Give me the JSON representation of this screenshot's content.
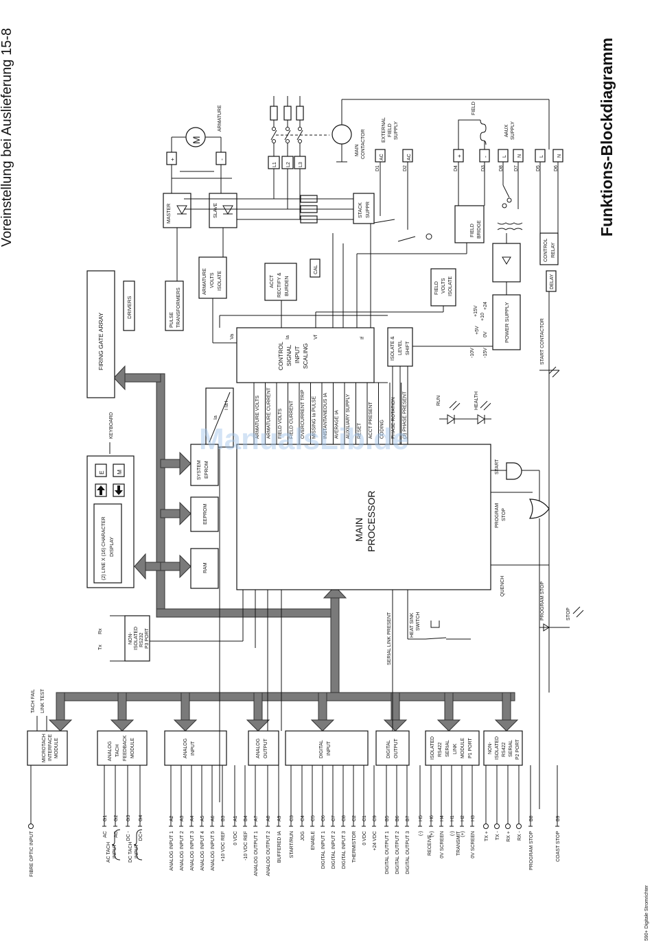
{
  "page": {
    "header": "Voreinstellung bei Auslieferung 15-8",
    "diagram_title": "Funktions-Blockdiagramm",
    "footer": "590+ Digitale Stromrichter",
    "watermark": "ManualsLib.de"
  },
  "blocks": {
    "main_processor": "MAIN PROCESSOR",
    "control_signal": "CONTROL SIGNAL INPUT SCALING",
    "firing_gate": "FIRING GATE ARRAY",
    "drivers": "DRIVERS",
    "pulse_transformers": "PULSE TRANSFORMERS",
    "armature_volts_isolate": "ARMATURE VOLTS ISOLATE",
    "acct": "ACCT RECTIFY & BURDEN",
    "cal": "CAL",
    "field_volts_isolate": "FIELD VOLTS ISOLATE",
    "isolate_level_shift": "ISOLATE & LEVEL SHIFT",
    "power_supply": "POWER SUPPLY",
    "control_relay": "CONTROL RELAY",
    "delay": "DELAY",
    "stack_suppr": "STACK SUPPR",
    "field_bridge": "FIELD BRIDGE",
    "master": "MASTER",
    "slave": "SLAVE",
    "system_eprom": "SYSTEM EPROM",
    "eeprom": "EEPROM",
    "ram": "RAM",
    "display": "(2) LINE X (16) CHARACTER DISPLAY",
    "keyboard": "KEYBOARD",
    "key_e": "E",
    "key_m": "M",
    "rs232": "NON-ISOLATED RS232 P3 PORT",
    "microtach": "MICROTACH INTERFACE MODULE",
    "analog_tach": "ANALOG TACH FEEDBACK MODULE",
    "analog_input": "ANALOG INPUT",
    "analog_output": "ANALOG OUTPUT",
    "digital_input": "DIGITAL INPUT",
    "digital_output": "DIGITAL OUTPUT",
    "isolated_rs422": "ISOLATED RS422 SERIAL LINK MODULE P1 PORT",
    "nonisolated_rs422": "NON-ISOLATED RS422 SERIAL P2 PORT",
    "ia_block": "Ia",
    "iia_block": "I Ia I"
  },
  "signal_labels": [
    "ARMATURE VOLTS",
    "ARMATURE CURRENT",
    "FIELD VOLTS",
    "FIELD CURRENT",
    "OVERCURRENT TRIP",
    "MISSING Ia PULSE",
    "INSTANTANEOUS IA",
    "AVERAGE IA",
    "AUXILIARY SUPPLY",
    "RESET",
    "ACCT PRESENT",
    "CODING",
    "PHASE ROTATION",
    "(3) PHASE PRESENT"
  ],
  "scaling_inputs": [
    "Va",
    "Ia",
    "Vf",
    "If"
  ],
  "power": {
    "armature": "ARMATURE",
    "motor": "M",
    "plus": "+",
    "minus": "-",
    "phases": [
      "L1",
      "L2",
      "L3"
    ],
    "main_contactor": "MAIN CONTACTOR",
    "external_field": "EXTERNAL FIELD SUPPLY",
    "field": "FIELD",
    "aux_supply": "AUX SUPPLY",
    "ac": "AC",
    "l": "L",
    "n": "N",
    "d_terms": [
      "D1",
      "D2",
      "D4",
      "D3",
      "D8",
      "D7",
      "D5",
      "D6"
    ],
    "supply_levels": [
      "-10V",
      "-15V",
      "0V",
      "+5V",
      "+10",
      "+15V",
      "+24"
    ]
  },
  "status": {
    "run": "RUN",
    "health": "HEALTH",
    "start": "START",
    "program_stop": "PROGRAM STOP",
    "quench": "QUENCH",
    "start_contactor": "START CONTACTOR",
    "stop": "STOP",
    "heat_sink": "HEAT SINK SWITCH",
    "serial_link_present": "SERIAL LINK PRESENT",
    "rx": "Rx",
    "tx": "Tx",
    "tach_fail": "TACH FAIL",
    "link_test": "LINK TEST",
    "bus_program_stop": "PROGRAM STOP"
  },
  "terminals": [
    {
      "label": "FIBRE OPTIC INPUT",
      "code": ""
    },
    {
      "label": "AC",
      "code": "G1"
    },
    {
      "label": "AC",
      "code": "G2"
    },
    {
      "label": "DC -",
      "code": "G3"
    },
    {
      "label": "DC+",
      "code": "G4"
    },
    {
      "label": "ANALOG INPUT 1",
      "code": "A2"
    },
    {
      "label": "ANALOG INPUT 2",
      "code": "A3"
    },
    {
      "label": "ANALOG INPUT 3",
      "code": "A4"
    },
    {
      "label": "ANALOG INPUT 4",
      "code": "A5"
    },
    {
      "label": "ANALOG INPUT 5",
      "code": "A6"
    },
    {
      "label": "+10 VDC REF",
      "code": "B3"
    },
    {
      "label": "0 VDC",
      "code": "A1"
    },
    {
      "label": "-10 VDC REF",
      "code": "B4"
    },
    {
      "label": "ANALOG OUTPUT 1",
      "code": "A7"
    },
    {
      "label": "ANALOG OUTPUT 2",
      "code": "A8"
    },
    {
      "label": "BUFFERED IA",
      "code": "A9"
    },
    {
      "label": "START/RUN",
      "code": "C3"
    },
    {
      "label": "JOG",
      "code": "C4"
    },
    {
      "label": "ENABLE",
      "code": "C5"
    },
    {
      "label": "DIGITAL INPUT 1",
      "code": "C6"
    },
    {
      "label": "DIGITAL INPUT 2",
      "code": "C7"
    },
    {
      "label": "DIGITAL INPUT 3",
      "code": "C8"
    },
    {
      "label": "THERMISTOR",
      "code": "C2"
    },
    {
      "label": "0 VDC",
      "code": "C1"
    },
    {
      "label": "+24 VDC",
      "code": "C9"
    },
    {
      "label": "DIGITAL OUTPUT 1",
      "code": "B5"
    },
    {
      "label": "DIGITAL OUTPUT 2",
      "code": "B6"
    },
    {
      "label": "DIGITAL OUTPUT 3",
      "code": "B7"
    },
    {
      "label": "(-)",
      "code": "H5"
    },
    {
      "label": "(+)",
      "code": "H6"
    },
    {
      "label": "0V SCREEN",
      "code": "H4"
    },
    {
      "label": "(-)",
      "code": "H1"
    },
    {
      "label": "(+)",
      "code": "H2"
    },
    {
      "label": "0V SCREEN",
      "code": "H3"
    },
    {
      "label": "TX +",
      "code": ""
    },
    {
      "label": "TX -",
      "code": ""
    },
    {
      "label": "RX +",
      "code": ""
    },
    {
      "label": "RX -",
      "code": ""
    },
    {
      "label": "PROGRAM STOP",
      "code": "B8"
    },
    {
      "label": "COAST STOP",
      "code": "B9"
    }
  ],
  "terminal_groups": {
    "ac_tach": "AC TACH INPUT",
    "dc_tach": "DC TACH INPUT",
    "receive": "RECEIVE",
    "transmit": "TRANSMIT"
  }
}
